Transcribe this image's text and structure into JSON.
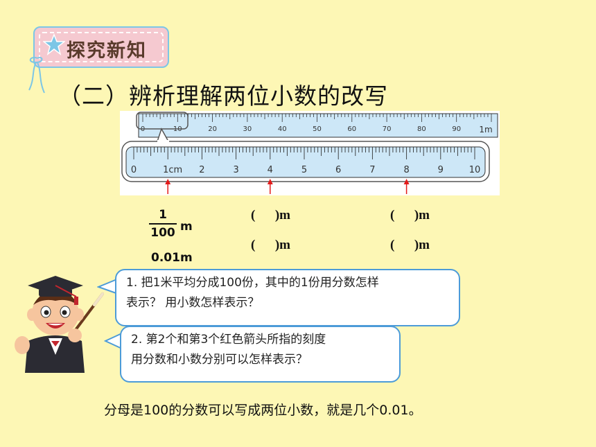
{
  "badge": {
    "title": "探究新知"
  },
  "section": {
    "title": "（二）辨析理解两位小数的改写"
  },
  "ruler_top": {
    "labels": [
      "0",
      "10",
      "20",
      "30",
      "40",
      "50",
      "60",
      "70",
      "80",
      "90",
      "1m"
    ]
  },
  "ruler_zoom": {
    "labels": [
      "0",
      "1cm",
      "2",
      "3",
      "4",
      "5",
      "6",
      "7",
      "8",
      "9",
      "10"
    ],
    "arrow_positions_cm": [
      1,
      4,
      8
    ],
    "arrow_color": "#E21B1B"
  },
  "answers": {
    "fraction_numerator": "1",
    "fraction_denominator": "100",
    "fraction_unit": "m",
    "decimal": "0.01m",
    "blank_fraction_2": "(      )m",
    "blank_fraction_3": "(      )m",
    "blank_decimal_2": "(      )m",
    "blank_decimal_3": "(      )m"
  },
  "bubbles": {
    "q1_line1": "1. 把1米平均分成100份，其中的1份用分数怎样",
    "q1_line2": "表示？ 用小数怎样表示？",
    "q2_line1": "2. 第2个和第3个红色箭头所指的刻度",
    "q2_line2": "用分数和小数分别可以怎样表示？"
  },
  "summary": {
    "text": "分母是100的分数可以写成两位小数，就是几个0.01。"
  },
  "colors": {
    "background": "#FDF7B5",
    "ruler_blue": "#CDE7F7",
    "bubble_border": "#4C9BD8",
    "badge_pink": "#F5C9D0"
  }
}
